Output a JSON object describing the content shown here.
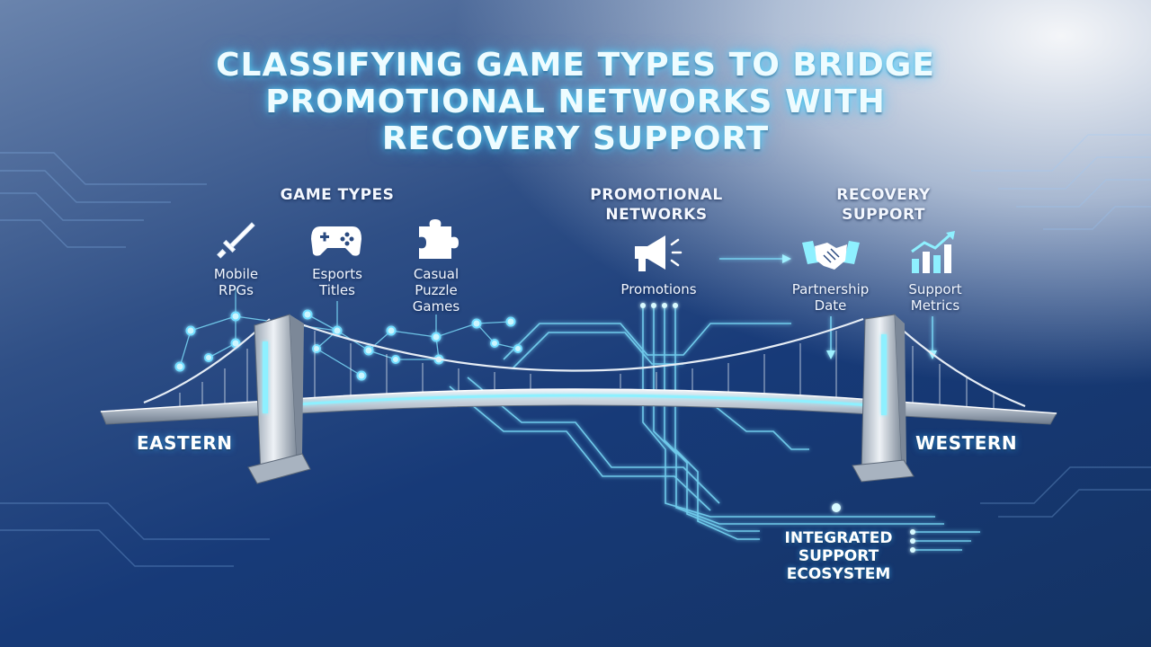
{
  "title": "CLASSIFYING GAME TYPES TO BRIDGE PROMOTIONAL NETWORKS WITH RECOVERY SUPPORT",
  "sections": {
    "game_types": {
      "heading": "GAME TYPES",
      "items": [
        {
          "label": "Mobile RPGs",
          "icon": "sword-icon"
        },
        {
          "label": "Esports Titles",
          "icon": "gamepad-icon"
        },
        {
          "label": "Casual Puzzle Games",
          "icon": "puzzle-icon"
        }
      ]
    },
    "promotional_networks": {
      "heading": "PROMOTIONAL NETWORKS",
      "items": [
        {
          "label": "Promotions",
          "icon": "megaphone-icon"
        }
      ]
    },
    "recovery_support": {
      "heading": "RECOVERY SUPPORT",
      "items": [
        {
          "label": "Partnership Date",
          "icon": "handshake-icon"
        },
        {
          "label": "Support Metrics",
          "icon": "bar-chart-icon"
        }
      ]
    }
  },
  "bridge": {
    "left_label": "EASTERN",
    "right_label": "WESTERN"
  },
  "ecosystem_label": "INTEGRATED SUPPORT ECOSYSTEM",
  "colors": {
    "accent_glow": "#7fe3ff",
    "background_dark": "#143364",
    "title_text": "#eefcff"
  }
}
